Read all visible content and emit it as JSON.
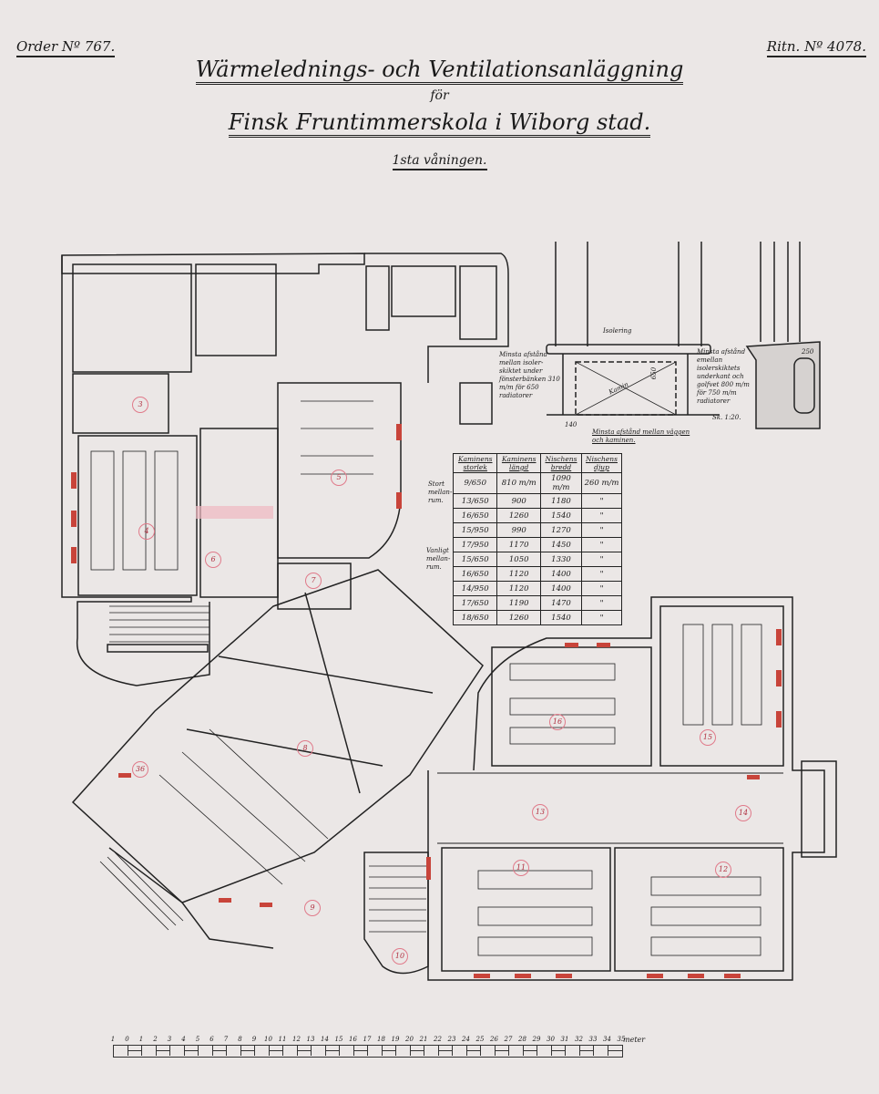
{
  "header": {
    "order_no": "Order Nº 767.",
    "drawing_no": "Ritn. Nº 4078.",
    "title_line1": "Wärmelednings- och Ventilationsanläggning",
    "title_for": "för",
    "title_line2": "Finsk Fruntimmerskola i Wiborg stad.",
    "floor": "1sta våningen."
  },
  "detail": {
    "isolering": "Isolering",
    "kamin": "Kamin",
    "dim_height": "650",
    "note_left": "Minsta afstånd mellan isoler-skiktet under fönsterbänken 310 m/m för 650 radiatorer",
    "note_right": "Minsta afstånd emellan isolerskiktets underkant och golfvet 800 m/m för 750 m/m radiatorer",
    "dim_bottom": "140",
    "note_bottom": "Minsta afstånd mellan väggen och kaminen.",
    "scale": "Sk. 1:20.",
    "dim_side": "250"
  },
  "kamin_table": {
    "headers": [
      "Kaminens storlek",
      "Kaminens längd",
      "Nischens bredd",
      "Nischens djup"
    ],
    "rows": [
      [
        "9/650",
        "810 m/m",
        "1090 m/m",
        "260 m/m"
      ],
      [
        "13/650",
        "900",
        "1180",
        "\""
      ],
      [
        "16/650",
        "1260",
        "1540",
        "\""
      ],
      [
        "15/950",
        "990",
        "1270",
        "\""
      ],
      [
        "17/950",
        "1170",
        "1450",
        "\""
      ],
      [
        "15/650",
        "1050",
        "1330",
        "\""
      ],
      [
        "16/650",
        "1120",
        "1400",
        "\""
      ],
      [
        "14/950",
        "1120",
        "1400",
        "\""
      ],
      [
        "17/650",
        "1190",
        "1470",
        "\""
      ],
      [
        "18/650",
        "1260",
        "1540",
        "\""
      ]
    ],
    "group_labels": [
      "Stort mellan-rum.",
      "Vanligt mellan-rum."
    ]
  },
  "rooms": [
    "3",
    "4",
    "5",
    "6",
    "7",
    "8",
    "9",
    "10",
    "11",
    "12",
    "13",
    "14",
    "15",
    "16",
    "36"
  ],
  "scale_bar": {
    "ticks": [
      "1",
      "0",
      "1",
      "2",
      "3",
      "4",
      "5",
      "6",
      "7",
      "8",
      "9",
      "10",
      "11",
      "12",
      "13",
      "14",
      "15",
      "16",
      "17",
      "18",
      "19",
      "20",
      "21",
      "22",
      "23",
      "24",
      "25",
      "26",
      "27",
      "28",
      "29",
      "30",
      "31",
      "32",
      "33",
      "34",
      "35"
    ],
    "unit": "meter"
  }
}
